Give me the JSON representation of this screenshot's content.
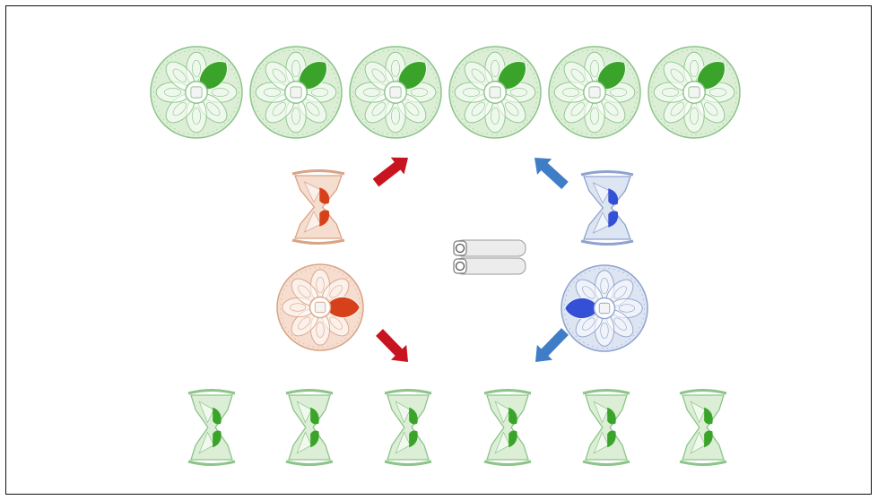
{
  "colors": {
    "green_fill": "#dcefd6",
    "green_line": "#8cc48a",
    "green_accent": "#3aa42a",
    "orange_fill": "#f5ddd0",
    "orange_line": "#d9a486",
    "orange_accent": "#d6411a",
    "blue_fill": "#dde4f2",
    "blue_line": "#8ea3cf",
    "blue_accent": "#3350d6",
    "arrow_red": "#c8141e",
    "arrow_blue": "#3f7dc7",
    "gray_fill": "#ececec",
    "gray_line": "#9a9a9a",
    "border": "#111111"
  },
  "diagram": {
    "top_row": {
      "shape": "round-flower-wheel",
      "count": 6,
      "color": "green"
    },
    "bottom_row": {
      "shape": "hourglass-bowtie",
      "count": 6,
      "color": "green"
    },
    "left_group": [
      {
        "shape": "hourglass-bowtie",
        "color": "orange"
      },
      {
        "shape": "round-flower-wheel",
        "color": "orange"
      }
    ],
    "right_group": [
      {
        "shape": "hourglass-bowtie",
        "color": "blue"
      },
      {
        "shape": "round-flower-wheel",
        "color": "blue"
      }
    ],
    "center_object": {
      "shape": "paired-gray-capsules"
    },
    "arrows": [
      {
        "from": "orange-hourglass",
        "to": "top-row",
        "color": "red",
        "direction": "up-right"
      },
      {
        "from": "orange-flower",
        "to": "bottom-row",
        "color": "red",
        "direction": "down-right"
      },
      {
        "from": "blue-hourglass",
        "to": "top-row",
        "color": "blue",
        "direction": "up-left"
      },
      {
        "from": "blue-flower",
        "to": "bottom-row",
        "color": "blue",
        "direction": "down-left"
      }
    ]
  }
}
